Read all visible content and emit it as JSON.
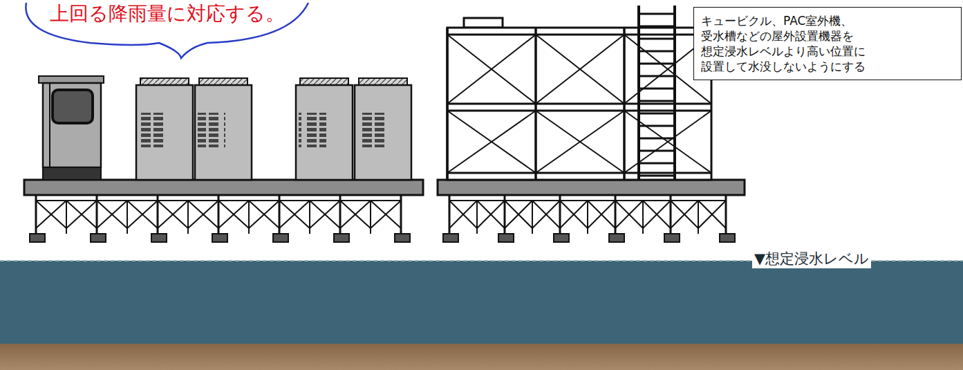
{
  "diagram": {
    "nodes": [
      {
        "text": [
          "上回る降雨量に対応する。"
        ]
      },
      {
        "text": [
          "キュービクル、PAC室外機、 受水槽などの屋外設置機器を 想定浸水レベルより高い位置に 設置して水没しないようにする"
        ]
      }
    ],
    "labels": [
      "▼想定浸水レベル"
    ]
  }
}
